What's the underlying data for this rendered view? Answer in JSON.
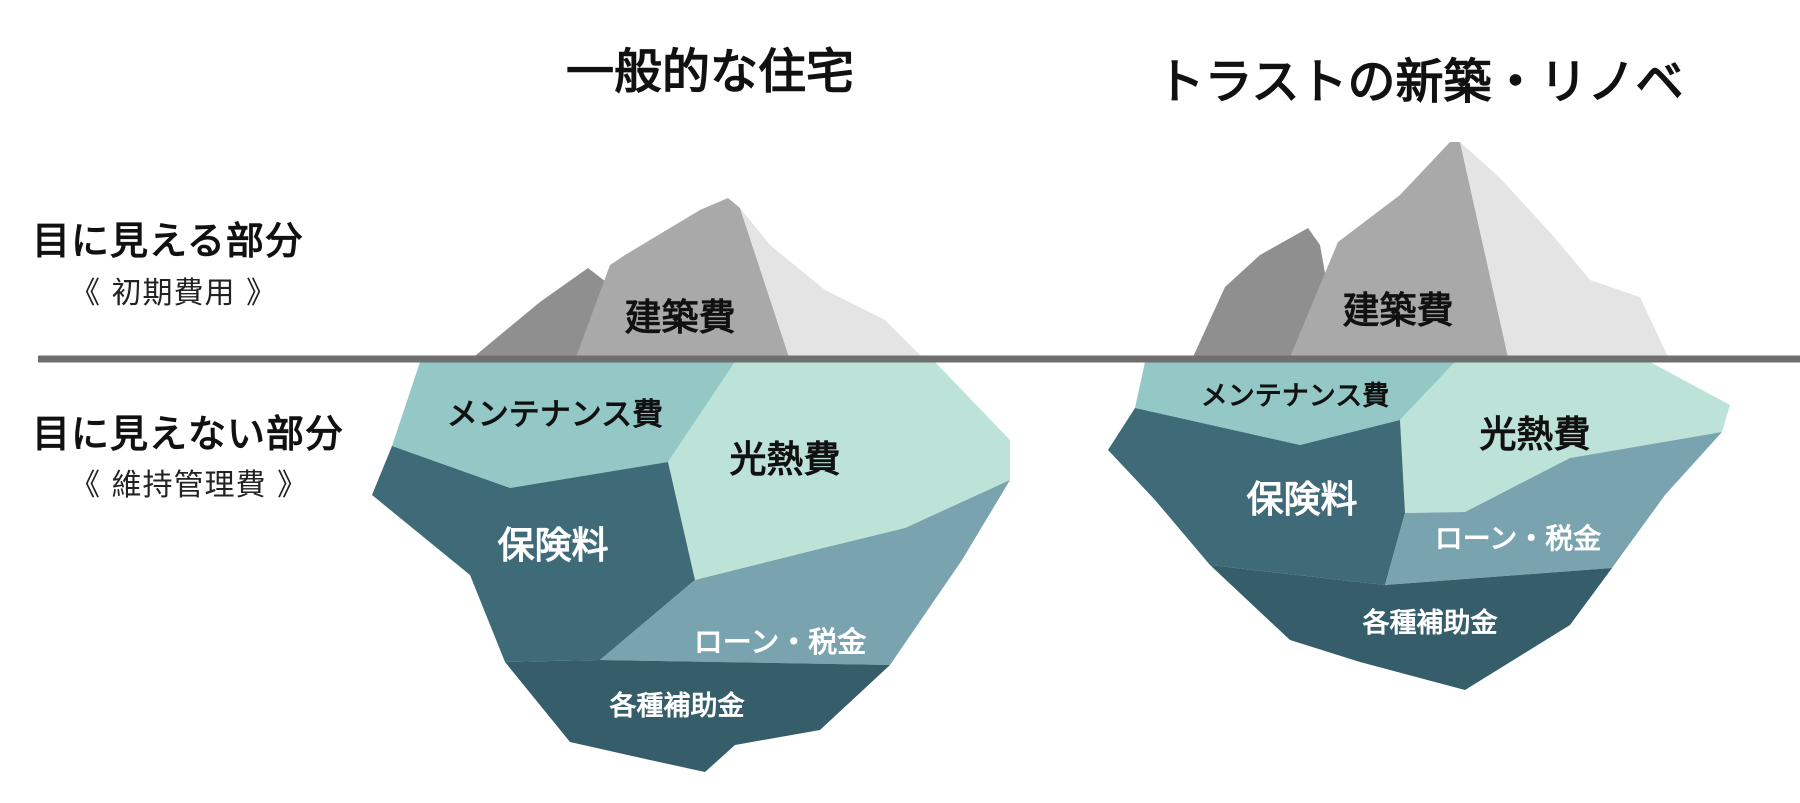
{
  "columns": {
    "left_title": "一般的な住宅",
    "right_title": "トラストの新築・リノベ"
  },
  "rows": {
    "visible_title": "目に見える部分",
    "visible_sub": "《 初期費用 》",
    "hidden_title": "目に見えない部分",
    "hidden_sub": "《 維持管理費 》"
  },
  "left_iceberg": {
    "construction": "建築費",
    "maintenance": "メンテナンス費",
    "utilities": "光熱費",
    "insurance": "保険料",
    "loan_tax": "ローン・税金",
    "subsidies": "各種補助金"
  },
  "right_iceberg": {
    "construction": "建築費",
    "maintenance": "メンテナンス費",
    "utilities": "光熱費",
    "insurance": "保険料",
    "loan_tax": "ローン・税金",
    "subsidies": "各種補助金"
  },
  "colors": {
    "waterline": "#6f6f6f",
    "peak_dark": "#8f8f8f",
    "peak_mid": "#a9a9a9",
    "peak_light": "#e4e4e4",
    "teal_light": "#bde3d8",
    "teal_mid": "#93c8c6",
    "teal_slate": "#7aa3b0",
    "teal_dark": "#3f6b79",
    "teal_darkest": "#355d6a"
  }
}
